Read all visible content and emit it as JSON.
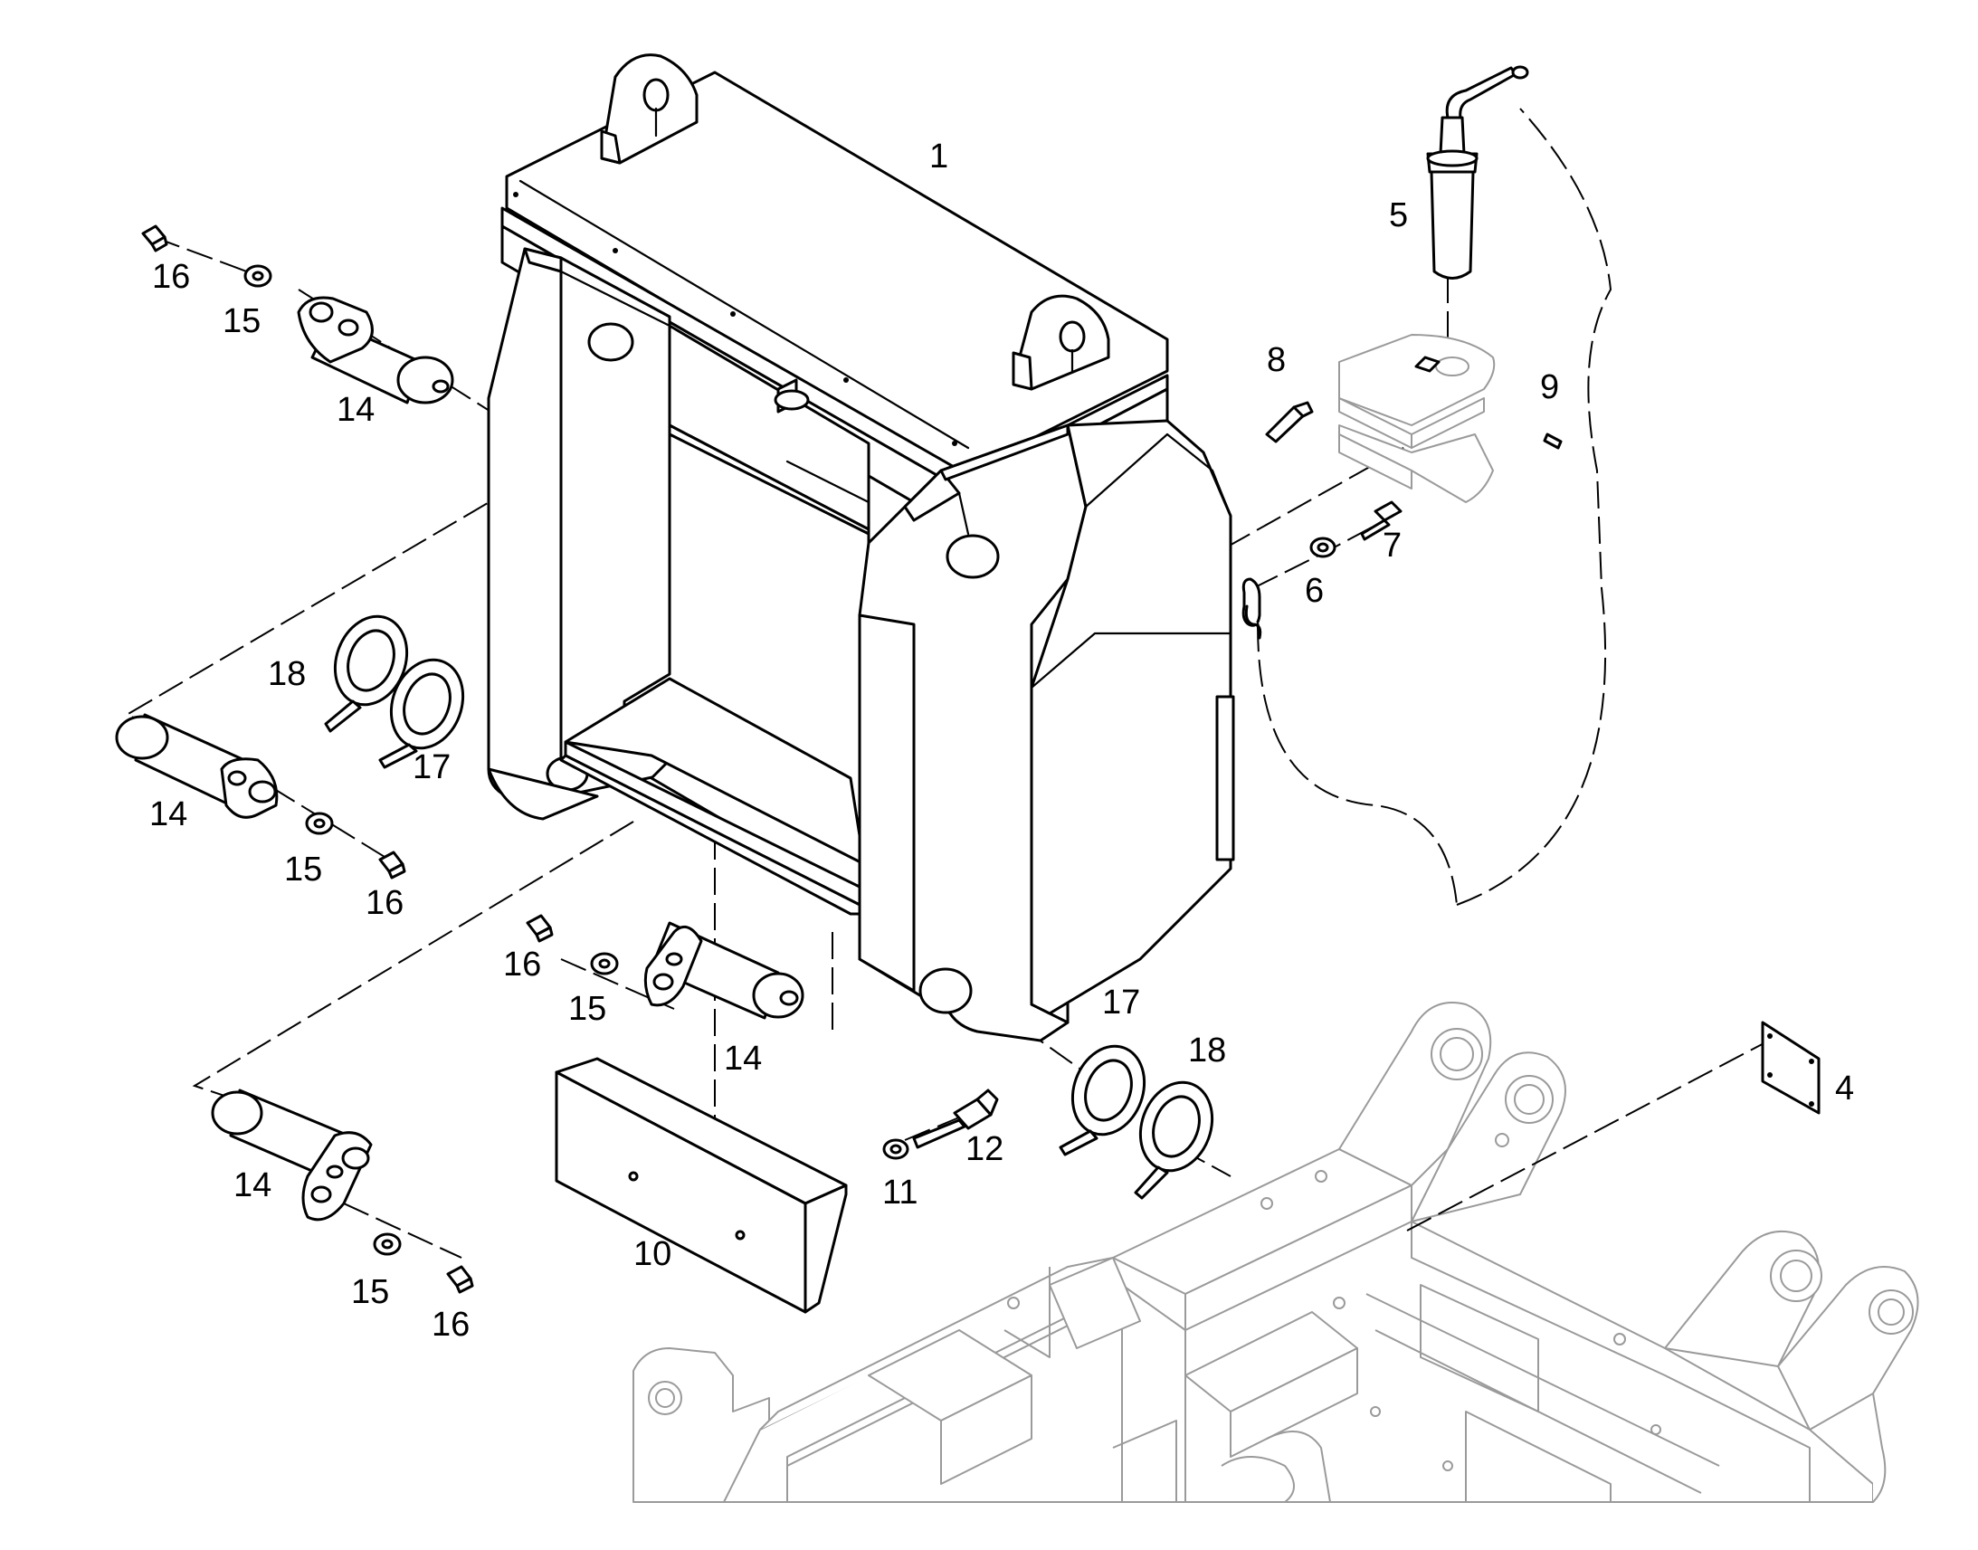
{
  "diagram": {
    "callouts": [
      {
        "id": "c-1",
        "text": "1"
      },
      {
        "id": "c-4",
        "text": "4"
      },
      {
        "id": "c-5",
        "text": "5"
      },
      {
        "id": "c-6",
        "text": "6"
      },
      {
        "id": "c-7",
        "text": "7"
      },
      {
        "id": "c-8",
        "text": "8"
      },
      {
        "id": "c-9",
        "text": "9"
      },
      {
        "id": "c-10",
        "text": "10"
      },
      {
        "id": "c-11",
        "text": "11"
      },
      {
        "id": "c-12",
        "text": "12"
      },
      {
        "id": "c-14a",
        "text": "14"
      },
      {
        "id": "c-14b",
        "text": "14"
      },
      {
        "id": "c-14c",
        "text": "14"
      },
      {
        "id": "c-14d",
        "text": "14"
      },
      {
        "id": "c-15a",
        "text": "15"
      },
      {
        "id": "c-15b",
        "text": "15"
      },
      {
        "id": "c-15c",
        "text": "15"
      },
      {
        "id": "c-15d",
        "text": "15"
      },
      {
        "id": "c-16a",
        "text": "16"
      },
      {
        "id": "c-16b",
        "text": "16"
      },
      {
        "id": "c-16c",
        "text": "16"
      },
      {
        "id": "c-16d",
        "text": "16"
      },
      {
        "id": "c-17a",
        "text": "17"
      },
      {
        "id": "c-17b",
        "text": "17"
      },
      {
        "id": "c-18a",
        "text": "18"
      },
      {
        "id": "c-18b",
        "text": "18"
      }
    ]
  }
}
